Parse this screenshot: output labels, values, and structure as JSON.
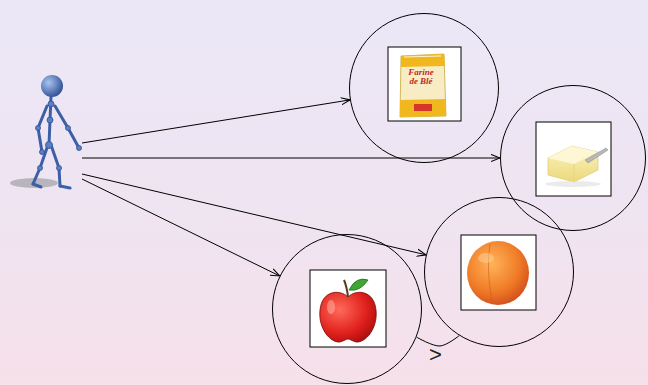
{
  "diagram": {
    "nodes": [
      {
        "text": []
      },
      {
        "text": [
          "Farine de Blé"
        ]
      },
      {
        "text": []
      },
      {
        "text": []
      },
      {
        "text": []
      }
    ],
    "edges": [
      {
        "from": 0,
        "to": 1,
        "arrow": "to"
      },
      {
        "from": 0,
        "to": 2,
        "arrow": "to"
      },
      {
        "from": 0,
        "to": 3,
        "arrow": "to"
      },
      {
        "from": 0,
        "to": 4,
        "arrow": "to"
      },
      {
        "from": 4,
        "to": 3,
        "arrow": "none"
      }
    ],
    "labels": [
      ">"
    ]
  }
}
